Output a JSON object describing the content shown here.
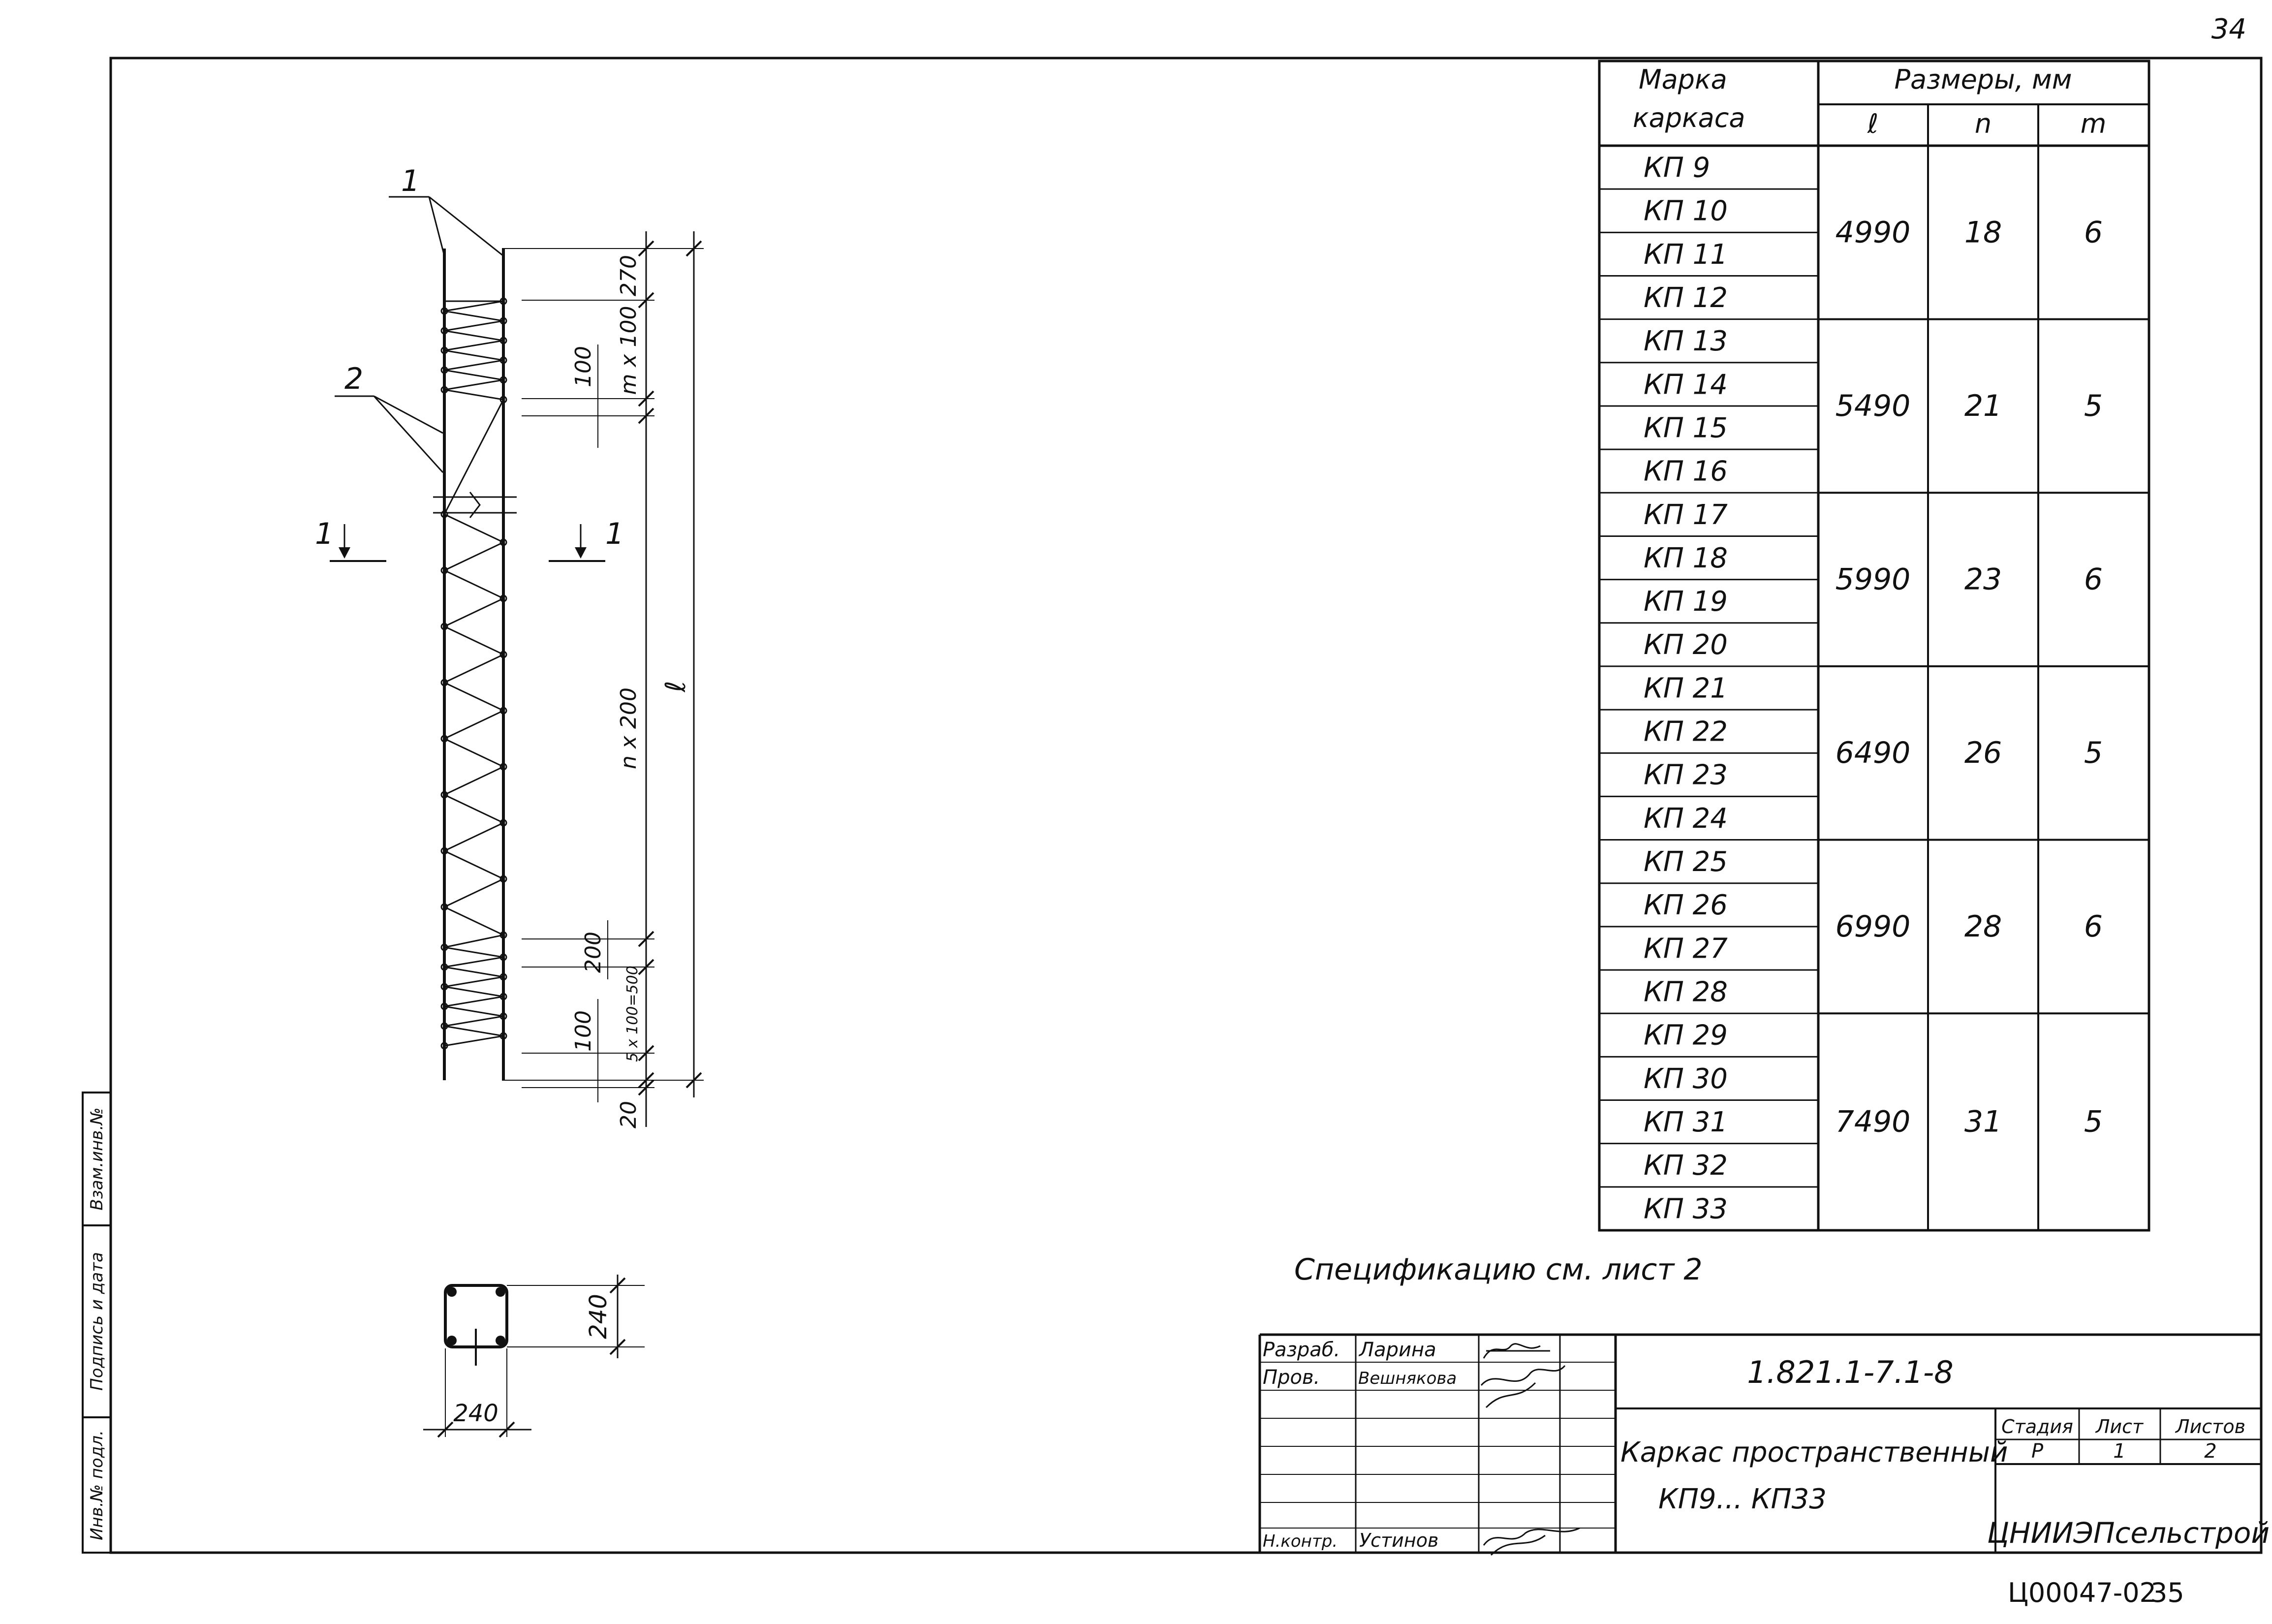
{
  "page_number_top": "34",
  "archive_number": "Ц00047-02",
  "archive_page": "35",
  "drawing": {
    "position_labels": [
      "1",
      "2"
    ],
    "section_mark": "1",
    "dims_right": [
      "270",
      "m x 100",
      "100",
      "n x 200",
      "200",
      "100",
      "5 x 100=500",
      "20"
    ],
    "dim_total": "ℓ",
    "section_width": "240",
    "section_height": "240"
  },
  "table": {
    "header_col1_line1": "Марка",
    "header_col1_line2": "каркаса",
    "header_sizes": "Размеры, мм",
    "header_l": "ℓ",
    "header_n": "n",
    "header_m": "m",
    "marks": [
      "КП 9",
      "КП 10",
      "КП 11",
      "КП 12",
      "КП 13",
      "КП 14",
      "КП 15",
      "КП 16",
      "КП 17",
      "КП 18",
      "КП 19",
      "КП 20",
      "КП 21",
      "КП 22",
      "КП 23",
      "КП 24",
      "КП 25",
      "КП 26",
      "КП 27",
      "КП 28",
      "КП 29",
      "КП 30",
      "КП 31",
      "КП 32",
      "КП 33"
    ],
    "groups": [
      {
        "l": "4990",
        "n": "18",
        "m": "6"
      },
      {
        "l": "5490",
        "n": "21",
        "m": "5"
      },
      {
        "l": "5990",
        "n": "23",
        "m": "6"
      },
      {
        "l": "6490",
        "n": "26",
        "m": "5"
      },
      {
        "l": "6990",
        "n": "28",
        "m": "6"
      },
      {
        "l": "7490",
        "n": "31",
        "m": "5"
      }
    ]
  },
  "note": "Спецификацию см. лист 2",
  "side_stamp": {
    "inv": "Инв.№ подл.",
    "sign": "Подпись и дата",
    "swap": "Взам.инв.№"
  },
  "title_block": {
    "roles": [
      "Разраб.",
      "Пров.",
      "Н.контр."
    ],
    "names": [
      "Ларина",
      "Вешнякова",
      "Устинов"
    ],
    "code": "1.821.1-7.1-8",
    "title_line1": "Каркас пространственный",
    "title_line2": "КП9... КП33",
    "stage_label": "Стадия",
    "sheet_label": "Лист",
    "sheets_label": "Листов",
    "stage": "Р",
    "sheet": "1",
    "sheets": "2",
    "org": "ЦНИИЭПсельстрой"
  }
}
